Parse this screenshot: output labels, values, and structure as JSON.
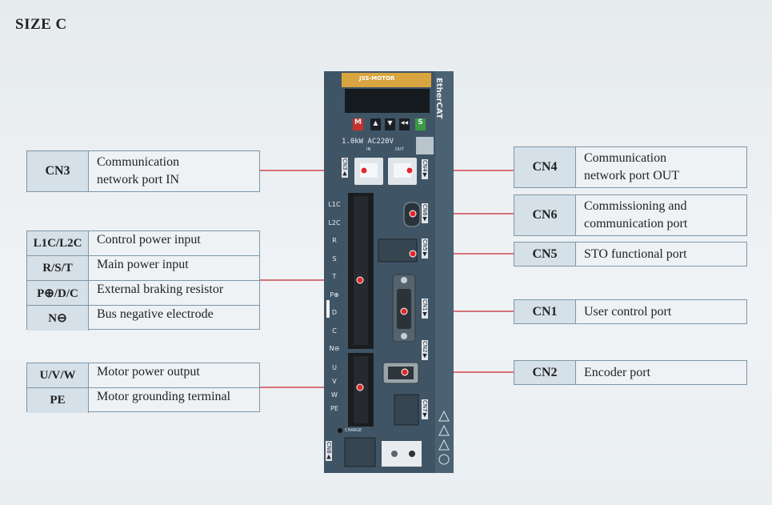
{
  "title": "SIZE C",
  "device": {
    "brand": "JSS-MOTOR",
    "network": "EtherCAT",
    "rating": "1.0kW AC220V",
    "port_in": "IN",
    "port_out": "OUT",
    "buttons": [
      "M",
      "▲",
      "▼",
      "◀◀",
      "S"
    ],
    "terminals": [
      "L1C",
      "L2C",
      "R",
      "S",
      "T",
      "P⊕",
      "D",
      "C",
      "N⊖",
      "U",
      "V",
      "W",
      "PE"
    ],
    "port_tags": [
      "CN3▲",
      "CN4▼",
      "CN6▼",
      "CN5▼",
      "CN1▼",
      "CN2▼",
      "CN7▼",
      "CN8▲"
    ],
    "charge": "CHARGE",
    "colors": {
      "body": "#3f5566",
      "brand_plate": "#d8a540",
      "leader": "#c8262e"
    }
  },
  "left_labels": {
    "cn3": {
      "code": "CN3",
      "desc_lines": [
        "Communication",
        "network port IN"
      ]
    },
    "power": [
      {
        "code": "L1C/L2C",
        "desc": "Control power input"
      },
      {
        "code": "R/S/T",
        "desc": "Main power input"
      },
      {
        "code": "P⊕/D/C",
        "desc": "External braking resistor"
      },
      {
        "code": "N⊖",
        "desc": "Bus negative electrode"
      }
    ],
    "motor": [
      {
        "code": "U/V/W",
        "desc": "Motor power output"
      },
      {
        "code": "PE",
        "desc": "Motor grounding terminal"
      }
    ]
  },
  "right_labels": {
    "cn4": {
      "code": "CN4",
      "desc_lines": [
        "Communication",
        "network port OUT"
      ]
    },
    "cn6": {
      "code": "CN6",
      "desc_lines": [
        "Commissioning and",
        "communication port"
      ]
    },
    "cn5": {
      "code": "CN5",
      "desc": "STO functional port"
    },
    "cn1": {
      "code": "CN1",
      "desc": "User control port"
    },
    "cn2": {
      "code": "CN2",
      "desc": "Encoder port"
    }
  }
}
